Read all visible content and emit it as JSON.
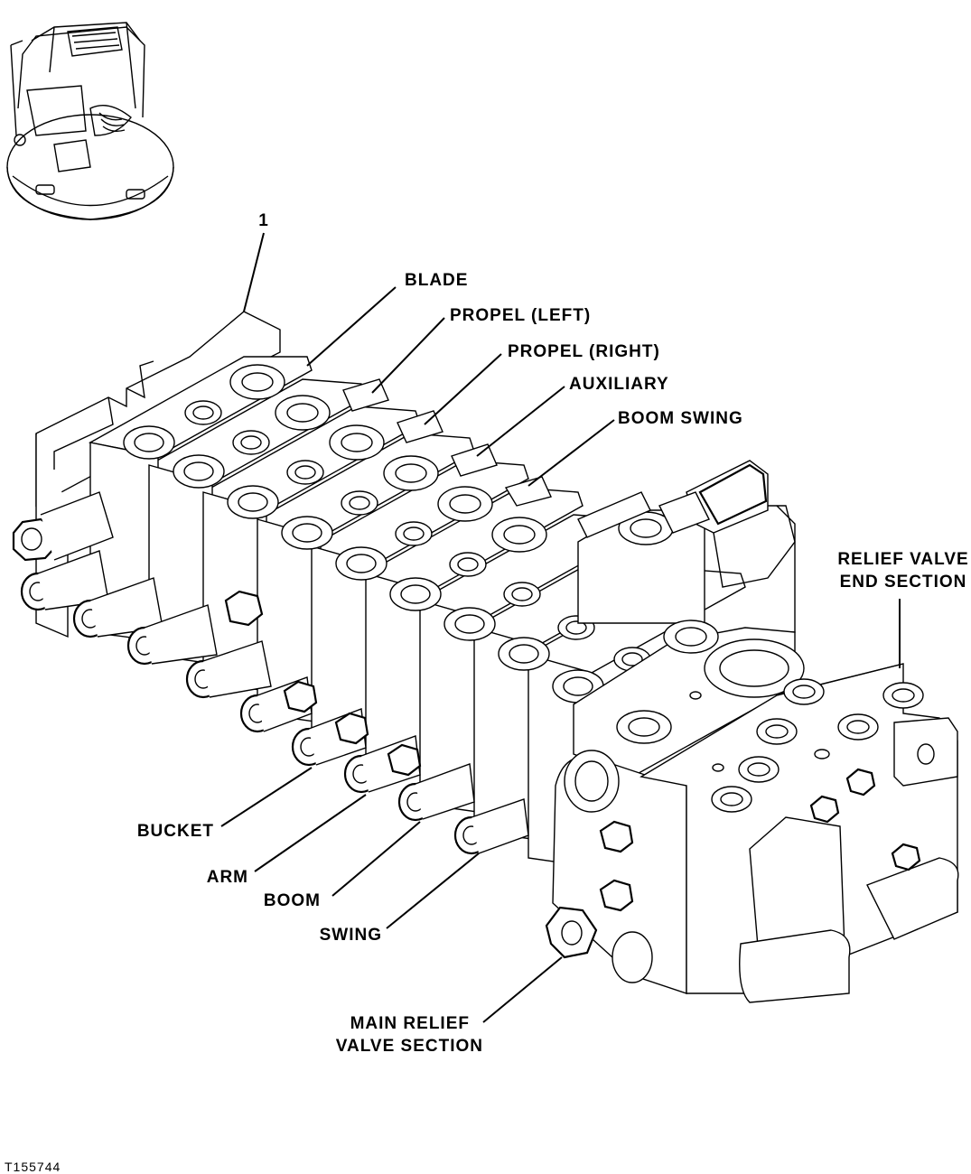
{
  "labels": {
    "item_number": "1",
    "blade": "BLADE",
    "propel_left": "PROPEL (LEFT)",
    "propel_right": "PROPEL (RIGHT)",
    "auxiliary": "AUXILIARY",
    "boom_swing": "BOOM SWING",
    "relief_valve_end_line1": "RELIEF VALVE",
    "relief_valve_end_line2": "END SECTION",
    "bucket": "BUCKET",
    "arm": "ARM",
    "boom": "BOOM",
    "swing": "SWING",
    "main_relief_line1": "MAIN RELIEF",
    "main_relief_line2": "VALVE SECTION"
  },
  "figure_id": "T155744"
}
